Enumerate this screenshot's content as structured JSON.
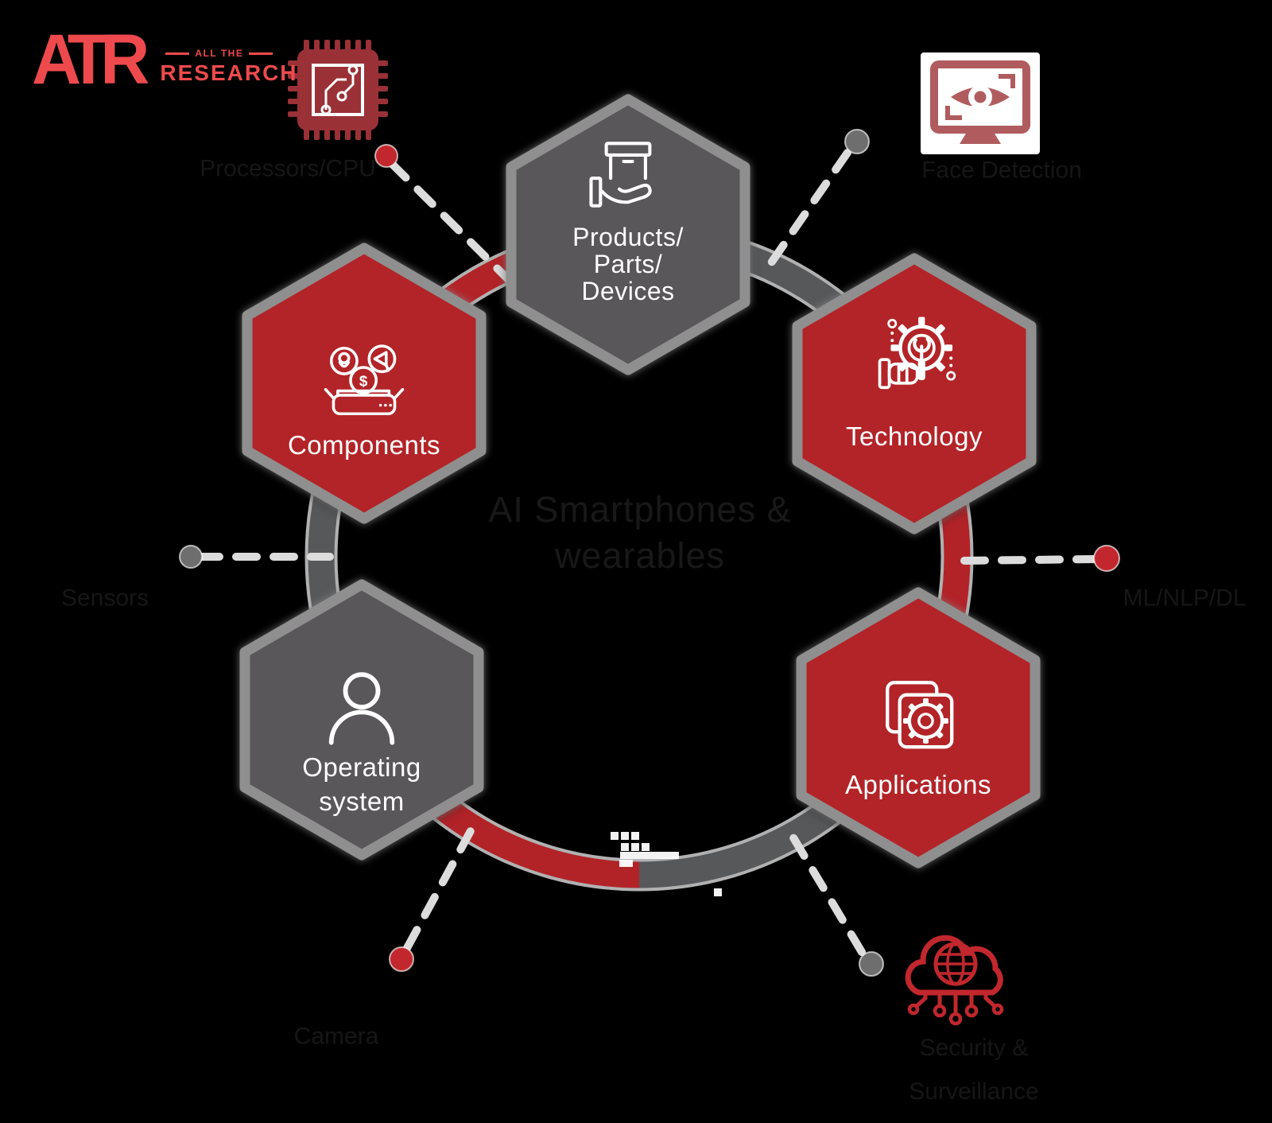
{
  "logo": {
    "monogram": "ATR",
    "tag_top": "ALL THE",
    "tag_bottom": "RESEARCH"
  },
  "center": {
    "title": "AI Smartphones &\nwearables"
  },
  "hexagons": {
    "products": {
      "label": "Products/\nParts/\nDevices",
      "color_key": "gray"
    },
    "technology": {
      "label": "Technology",
      "color_key": "red"
    },
    "components": {
      "label": "Components",
      "color_key": "red"
    },
    "os": {
      "label": "Operating\nsystem",
      "color_key": "gray"
    },
    "applications": {
      "label": "Applications",
      "color_key": "red"
    }
  },
  "satellites": {
    "processors": {
      "label": "Processors/CPU",
      "dot": "red",
      "icon": "processor-chip-icon"
    },
    "face_detection": {
      "label": "Face Detection",
      "dot": "gray",
      "icon": "eye-monitor-icon"
    },
    "ml_nlp": {
      "label": "ML/NLP/DL",
      "dot": "red"
    },
    "sensors": {
      "label": "Sensors",
      "dot": "gray"
    },
    "camera": {
      "label": "Camera",
      "dot": "red"
    },
    "security": {
      "label": "Security &\nSurveillance",
      "dot": "gray",
      "icon": "cloud-network-icon"
    }
  },
  "icons": {
    "dollar_glyph": "$",
    "names": [
      "processor-chip-icon",
      "eye-monitor-icon",
      "cloud-network-icon",
      "hand-box-icon",
      "pin-megaphone-money-icon",
      "gear-wrench-hand-icon",
      "person-icon",
      "apps-gear-icon"
    ]
  },
  "colors": {
    "hex_red": "#b22428",
    "hex_gray": "#595759",
    "hex_border": "#8f8f8f",
    "ring_red": "#b22328",
    "ring_gray": "#57585a",
    "dot_red": "#c1272d",
    "dot_gray": "#6e6e6e",
    "dash": "#dcdcdc",
    "logo_red": "#ee4a4d",
    "chip_maroon": "#9a3136",
    "monitor_brick": "#b05c5e",
    "cloud_red": "#c1272d",
    "label_dark": "#161616",
    "hex_text": "#ffffff"
  }
}
